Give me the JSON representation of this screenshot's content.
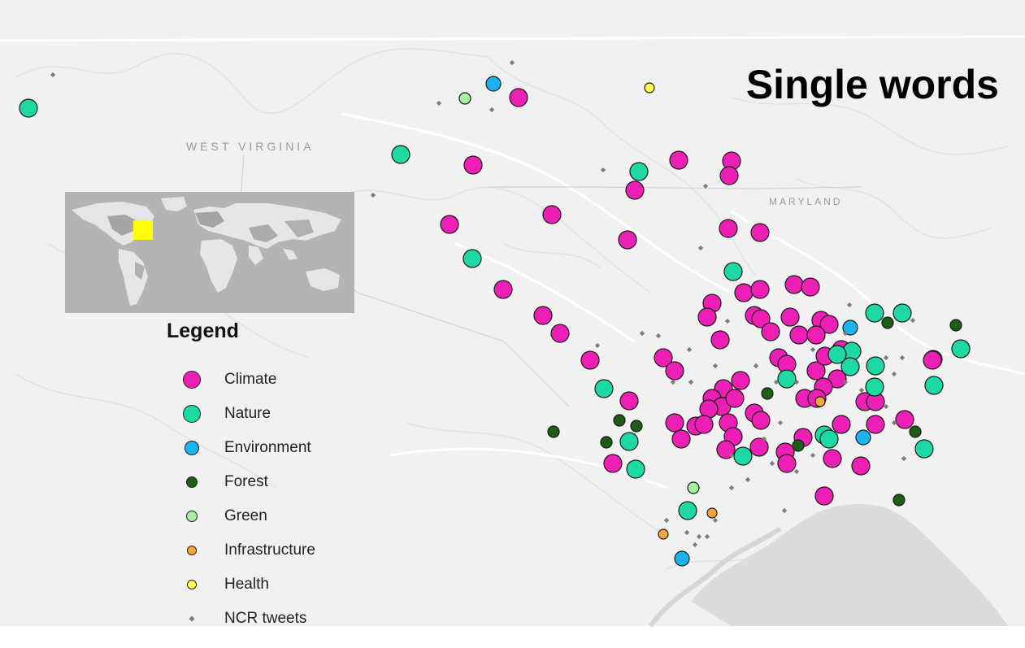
{
  "title": "Single words",
  "map": {
    "state_labels": [
      {
        "id": "wv",
        "text": "WEST VIRGINIA"
      },
      {
        "id": "md",
        "text": "MARYLAND"
      }
    ],
    "inset": {
      "description_name": "world-locator-map",
      "highlight_color": "#ffff00",
      "land_color": "#e6e6e6",
      "sea_color": "#b4b4b4"
    }
  },
  "legend": {
    "title": "Legend",
    "items": [
      {
        "key": "climate",
        "label": "Climate",
        "color": "#ee1fb4",
        "size": "large"
      },
      {
        "key": "nature",
        "label": "Nature",
        "color": "#1ed9a4",
        "size": "large"
      },
      {
        "key": "environment",
        "label": "Environment",
        "color": "#1ab3ee",
        "size": "medium"
      },
      {
        "key": "forest",
        "label": "Forest",
        "color": "#1e5e14",
        "size": "small"
      },
      {
        "key": "green",
        "label": "Green",
        "color": "#a7f09d",
        "size": "small"
      },
      {
        "key": "infrastructure",
        "label": "Infrastructure",
        "color": "#f5a53a",
        "size": "xsmall"
      },
      {
        "key": "health",
        "label": "Health",
        "color": "#fdfb52",
        "size": "xsmall"
      },
      {
        "key": "ncr",
        "label": "NCR tweets",
        "color": "#7d7d7d",
        "size": "tiny"
      }
    ]
  }
}
